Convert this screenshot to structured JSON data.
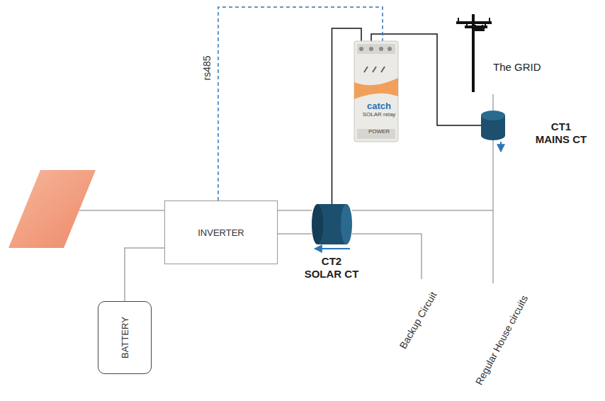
{
  "diagram": {
    "nodes": [
      {
        "text": [
          "INVERTER"
        ]
      },
      {
        "text": [
          "BATTERY"
        ]
      },
      {
        "text": [
          "CT2 SOLAR CT"
        ]
      },
      {
        "text": [
          "CT1 MAINS CT"
        ]
      },
      {
        "text": [
          "catch",
          "SOLAR relay",
          "POWER"
        ]
      },
      {
        "text": [
          "The GRID"
        ]
      }
    ],
    "edges": [
      {
        "from": 1,
        "to": 0,
        "arrow": "none"
      },
      {
        "from": 0,
        "to": 2,
        "arrow": "none"
      },
      {
        "from": 2,
        "to": 3,
        "arrow": "none"
      },
      {
        "from": 3,
        "to": 5,
        "arrow": "none"
      },
      {
        "from": 4,
        "to": 2,
        "arrow": "none"
      },
      {
        "from": 4,
        "to": 3,
        "arrow": "none"
      },
      {
        "from": 0,
        "to": 4,
        "label": "rs485",
        "arrow": "none"
      }
    ],
    "labels": [
      "Backup Circuit",
      "Regular House circuits"
    ]
  }
}
